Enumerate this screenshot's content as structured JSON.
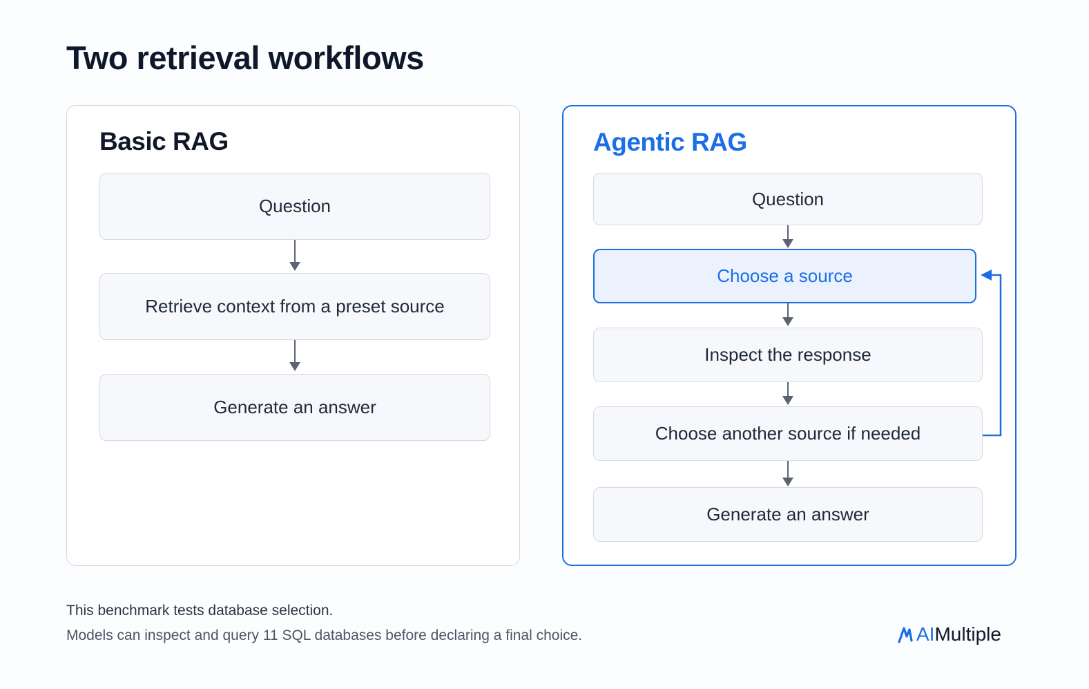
{
  "title": "Two retrieval workflows",
  "basic": {
    "title": "Basic RAG",
    "steps": [
      "Question",
      "Retrieve context from a preset source",
      "Generate an answer"
    ]
  },
  "agentic": {
    "title": "Agentic RAG",
    "steps": [
      "Question",
      "Choose a source",
      "Inspect the response",
      "Choose another source if needed",
      "Generate an answer"
    ],
    "highlighted_step": "Choose a source"
  },
  "footer": {
    "line1": "This benchmark tests database selection.",
    "line2": "Models can inspect and query 11 SQL databases before declaring a final choice."
  },
  "brand": {
    "prefix": "AI",
    "name": "Multiple",
    "icon": "aimultiple-logo-icon"
  },
  "colors": {
    "accent": "#1a6ee6",
    "arrow": "#5b6472",
    "step_bg": "#f6f8fb",
    "active_bg": "#ebf2fd"
  }
}
